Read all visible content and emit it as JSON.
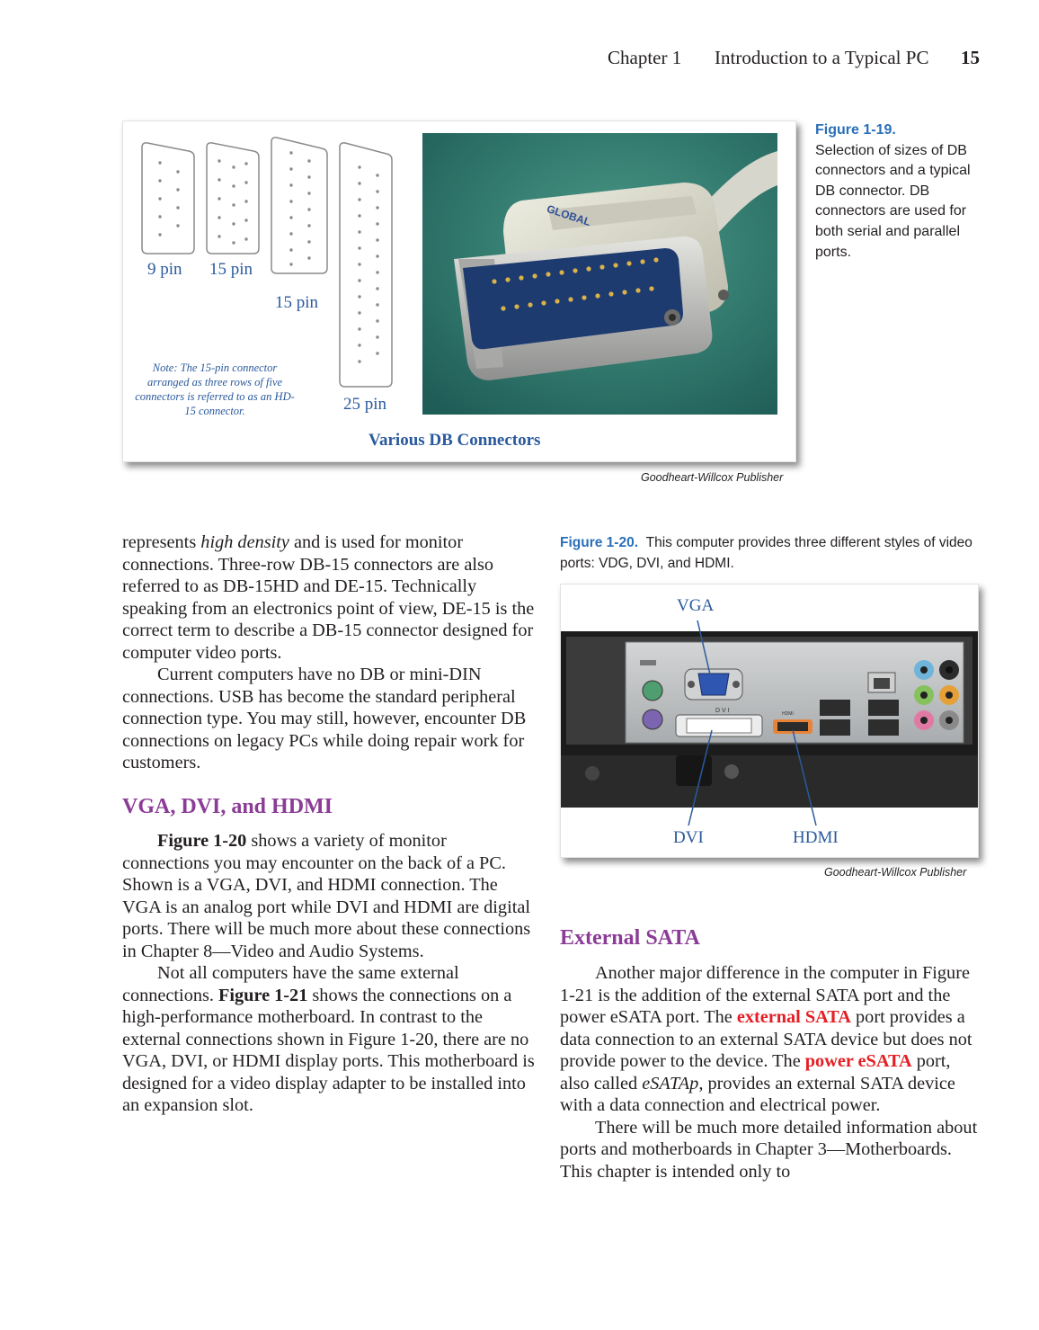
{
  "header": {
    "chapter": "Chapter 1",
    "title": "Introduction to a Typical PC",
    "page": "15"
  },
  "figure_1_19": {
    "label": "Figure 1-19.",
    "caption": "Selection of sizes of DB connectors and a typical DB connector. DB connectors are used for both serial and parallel ports.",
    "pins": [
      "9 pin",
      "15 pin",
      "15 pin",
      "25 pin"
    ],
    "note": "Note: The 15-pin connector arranged as three rows of five connectors is referred to as an HD-15 connector.",
    "title": "Various DB Connectors",
    "photo_brand": "GLOBAL",
    "credit": "Goodheart-Willcox Publisher"
  },
  "figure_1_20": {
    "label": "Figure 1-20.",
    "caption": "This computer provides three different styles of video ports: VDG, DVI, and HDMI.",
    "labels": {
      "vga": "VGA",
      "dvi": "DVI",
      "hdmi": "HDMI"
    },
    "panel_text": {
      "dvi": "DVI",
      "hdmi": "HDMI"
    },
    "credit": "Goodheart-Willcox Publisher"
  },
  "left_column": {
    "p1_a": "represents ",
    "p1_em": "high density",
    "p1_b": " and is used for monitor connections. Three-row DB-15 connectors are also referred to as DB-15HD and DE-15. Technically speaking from an electronics point of view, DE-15 is the correct term to describe a DB-15 connector designed for computer video ports.",
    "p2": "Current computers have no DB or mini-DIN connections. USB has become the standard peripheral connection type. You may still, however, encounter DB connections on legacy PCs while doing repair work for customers.",
    "heading": "VGA, DVI, and HDMI",
    "p3_ref": "Figure 1-20",
    "p3": " shows a variety of monitor connections you may encounter on the back of a PC. Shown is a VGA, DVI, and HDMI connection. The VGA is an analog port while DVI and HDMI are digital ports. There will be much more about these connections in Chapter 8—Video and Audio Systems.",
    "p4_a": "Not all computers have the same external connections. ",
    "p4_ref": "Figure 1-21",
    "p4_b": " shows the connections on a high-performance motherboard. In contrast to the external connections shown in Figure 1-20, there are no VGA, DVI, or HDMI display ports. This motherboard is designed for a video display adapter to be installed into an expansion slot."
  },
  "right_column": {
    "heading": "External SATA",
    "p1_a": "Another major difference in the computer in Figure 1-21 is the addition of the external SATA port and the power eSATA port. The ",
    "p1_kw1": "external SATA",
    "p1_b": " port provides a data connection to an external SATA device but does not provide power to the device. The ",
    "p1_kw2": "power eSATA",
    "p1_c": " port, also called ",
    "p1_em": "eSATAp",
    "p1_d": ", provides an external SATA device with a data connection and electrical power.",
    "p2": "There will be much more detailed information about ports and motherboards in Chapter 3—Motherboards. This chapter is intended only to"
  }
}
